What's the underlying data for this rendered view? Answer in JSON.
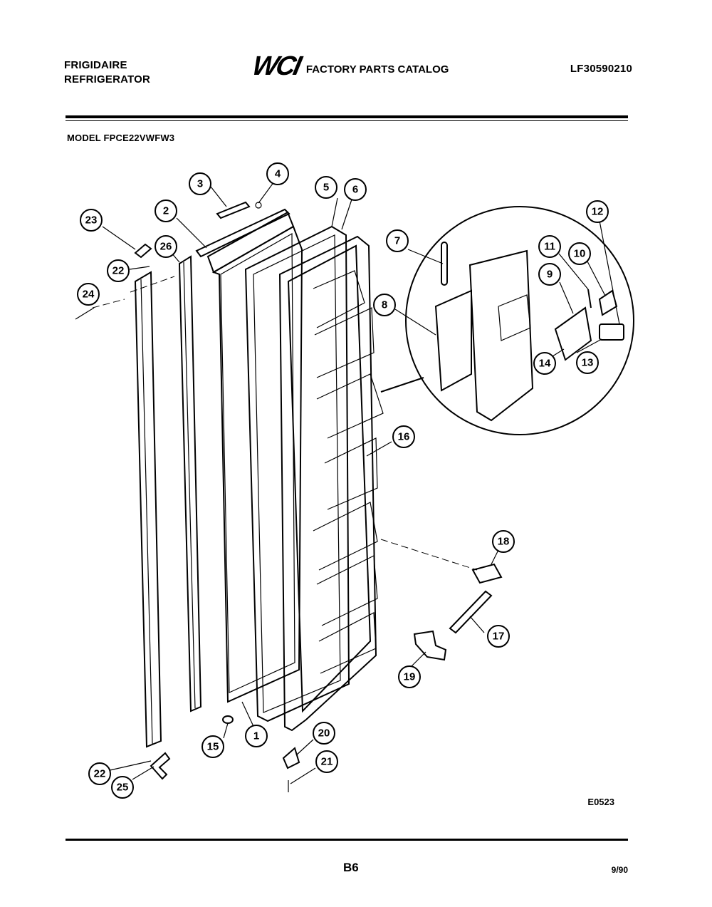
{
  "header": {
    "brand_line1": "FRIGIDAIRE",
    "brand_line2": "REFRIGERATOR",
    "logo": "WCI",
    "catalog_title": "FACTORY PARTS CATALOG",
    "catalog_number": "LF30590210"
  },
  "model_label": "MODEL FPCE22VWFW3",
  "diagram_code": "E0523",
  "page_number": "B6",
  "date": "9/90",
  "callouts": [
    "1",
    "2",
    "3",
    "4",
    "5",
    "6",
    "7",
    "8",
    "9",
    "10",
    "11",
    "12",
    "13",
    "14",
    "15",
    "16",
    "17",
    "18",
    "19",
    "20",
    "21",
    "22",
    "22",
    "23",
    "24",
    "25",
    "26"
  ]
}
